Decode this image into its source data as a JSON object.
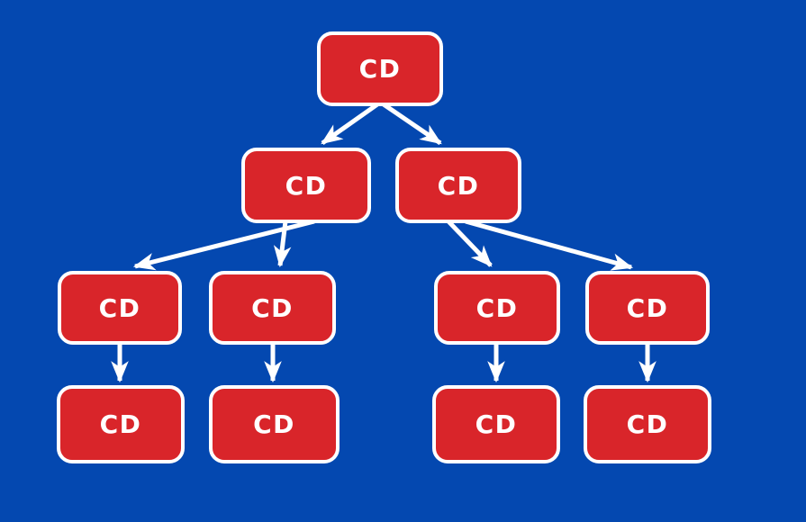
{
  "colors": {
    "background": "#0448b0",
    "node_fill": "#d9252a",
    "node_border": "#ffffff",
    "arrow": "#ffffff",
    "label_text": "#ffffff"
  },
  "diagram": {
    "type": "tree",
    "levels": 4,
    "nodes": [
      {
        "id": "root",
        "level": 1,
        "label": "CD"
      },
      {
        "id": "l2-left",
        "level": 2,
        "label": "CD"
      },
      {
        "id": "l2-right",
        "level": 2,
        "label": "CD"
      },
      {
        "id": "l3-1",
        "level": 3,
        "label": "CD"
      },
      {
        "id": "l3-2",
        "level": 3,
        "label": "CD"
      },
      {
        "id": "l3-3",
        "level": 3,
        "label": "CD"
      },
      {
        "id": "l3-4",
        "level": 3,
        "label": "CD"
      },
      {
        "id": "l4-1",
        "level": 4,
        "label": "CD"
      },
      {
        "id": "l4-2",
        "level": 4,
        "label": "CD"
      },
      {
        "id": "l4-3",
        "level": 4,
        "label": "CD"
      },
      {
        "id": "l4-4",
        "level": 4,
        "label": "CD"
      }
    ],
    "edges": [
      {
        "from": "root",
        "to": "l2-left"
      },
      {
        "from": "root",
        "to": "l2-right"
      },
      {
        "from": "l2-left",
        "to": "l3-1"
      },
      {
        "from": "l2-left",
        "to": "l3-2"
      },
      {
        "from": "l2-right",
        "to": "l3-3"
      },
      {
        "from": "l2-right",
        "to": "l3-4"
      },
      {
        "from": "l3-1",
        "to": "l4-1"
      },
      {
        "from": "l3-2",
        "to": "l4-2"
      },
      {
        "from": "l3-3",
        "to": "l4-3"
      },
      {
        "from": "l3-4",
        "to": "l4-4"
      }
    ]
  }
}
